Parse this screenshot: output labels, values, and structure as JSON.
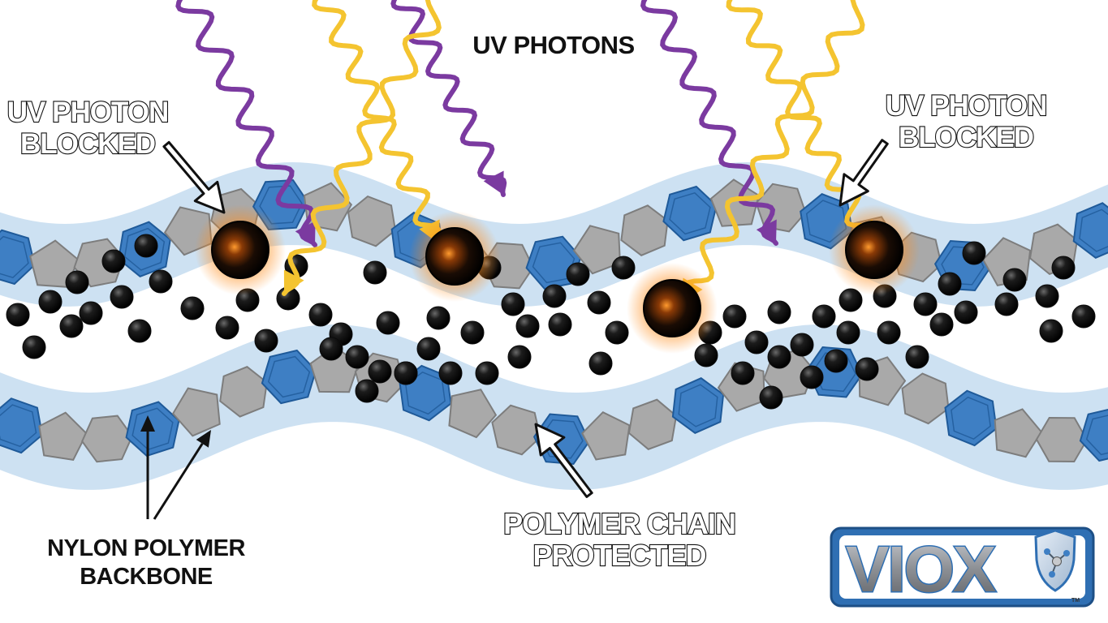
{
  "labels": {
    "uv_photons": "UV PHOTONS",
    "blocked_left": [
      "UV PHOTON",
      "BLOCKED"
    ],
    "blocked_right": [
      "UV PHOTON",
      "BLOCKED"
    ],
    "backbone": [
      "NYLON POLYMER",
      "BACKBONE"
    ],
    "protected": [
      "POLYMER CHAIN",
      "PROTECTED"
    ]
  },
  "logo": {
    "text": "VIOX",
    "mark": "TM"
  },
  "icons": {
    "photon_purple": "purple-uv-wave-icon",
    "photon_yellow": "yellow-uv-wave-icon",
    "absorber": "carbon-black-particle-icon",
    "blocked": "absorbed-photon-glow-icon",
    "shield": "molecule-shield-icon"
  },
  "colors": {
    "purple_photon": "#7b3aa0",
    "yellow_photon": "#f4c430",
    "ring_blue": "#3e7fc4",
    "ring_gray": "#a9a9a9",
    "band": "#bcd7ee",
    "particle": "#0c0c0c",
    "glow": "#ff8c1a",
    "logo_blue": "#2f6fb3",
    "logo_gray": "#8c8f94"
  }
}
